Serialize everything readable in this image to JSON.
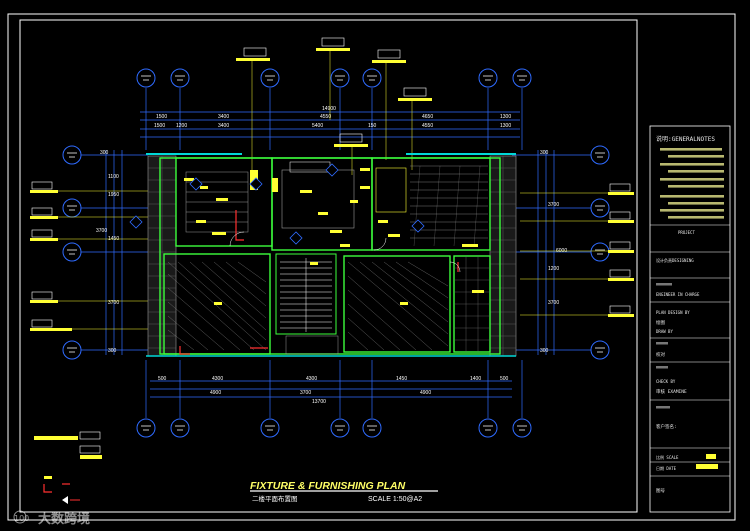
{
  "drawing": {
    "title": "FIXTURE & FURNISHING PLAN",
    "subtitle_cn": "二楼平面布置图",
    "scale": "SCALE  1:50@A2"
  },
  "dimensions": {
    "top_total": "14900",
    "top_row1": [
      "1500",
      "3400",
      "4550",
      "4650",
      "1300"
    ],
    "top_row2": [
      "1500",
      "1200",
      "3400",
      "5400",
      "150",
      "4550",
      "1300"
    ],
    "bottom_row1": [
      "500",
      "4300",
      "4300",
      "1450",
      "1400",
      "500"
    ],
    "bottom_row2": [
      "4900",
      "3700",
      "4900"
    ],
    "bottom_total": "13700",
    "left_side": [
      "300",
      "1100",
      "1950",
      "3700",
      "1450",
      "3700",
      "300"
    ],
    "right_side": [
      "300",
      "3700",
      "6000",
      "1200",
      "3700",
      "300"
    ]
  },
  "title_block": {
    "notes_label": "说明:GENERALNOTES",
    "project": "PROJECT",
    "designer": "设计负责DESIGNING",
    "engineer": "ENGINEER IN CHARGE",
    "plan_design": "PLAN DESIGN BY",
    "drawn_label": "绘图",
    "drawn_by": "DRAW BY",
    "check_label": "校对",
    "check_by": "CHECK BY",
    "audit": "审核 EXAMINE",
    "client": "客户签名:",
    "scale_label": "比例 SCALE",
    "date_label": "日期 DATE",
    "sheet_label": "图号"
  },
  "watermark": {
    "logo": "100",
    "text": "大数跨境"
  },
  "colors": {
    "frame": "#ffffff",
    "dimension": "#2f6bff",
    "wall": "#3cff3c",
    "wall_alt": "#00d8d8",
    "fixture": "#ffff33",
    "accent": "#ff3030",
    "hatch": "#9a9a9a"
  }
}
